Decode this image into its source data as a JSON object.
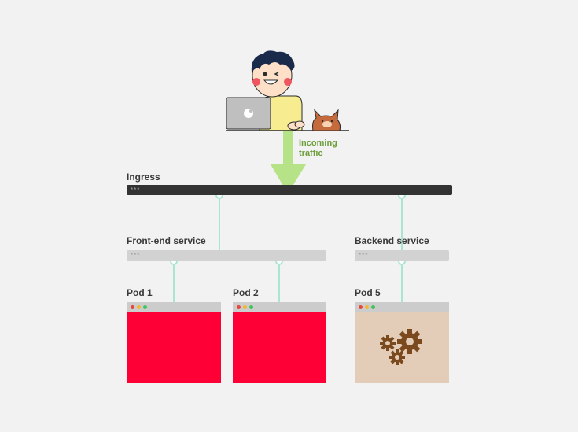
{
  "ingress": {
    "label": "Ingress",
    "dots": "***"
  },
  "frontend_service": {
    "label": "Front-end service",
    "dots": "***"
  },
  "backend_service": {
    "label": "Backend service",
    "dots": "***"
  },
  "pods": [
    {
      "label": "Pod 1"
    },
    {
      "label": "Pod 2"
    },
    {
      "label": "Pod 5"
    }
  ],
  "traffic": {
    "line1": "Incoming",
    "line2": "traffic"
  },
  "colors": {
    "background": "#f2f2f2",
    "ingress_bar": "#333333",
    "service_bar": "#d2d2d2",
    "connector": "#a8e6cf",
    "arrow": "#b6e388",
    "frontend_pod": "#ff0036",
    "backend_pod": "#e3cdb9",
    "gear": "#7a4a1e"
  }
}
